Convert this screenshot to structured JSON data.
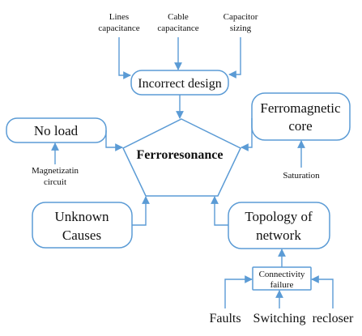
{
  "center": {
    "label": "Ferroresonance"
  },
  "nodes": {
    "incorrect_design": "Incorrect design",
    "no_load": "No load",
    "ferromagnetic_core": [
      "Ferromagnetic",
      "core"
    ],
    "unknown_causes": [
      "Unknown",
      "Causes"
    ],
    "topology": [
      "Topology of",
      "network"
    ],
    "connectivity_failure": [
      "Connectivity",
      "failure"
    ]
  },
  "inputs": {
    "lines_capacitance": [
      "Lines",
      "capacitance"
    ],
    "cable_capacitance": [
      "Cable",
      "capacitance"
    ],
    "capacitor_sizing": [
      "Capacitor",
      "sizing"
    ],
    "magnetization_circuit": [
      "Magnetizatin",
      "circuit"
    ],
    "saturation": "Saturation",
    "faults": "Faults",
    "switching": "Switching",
    "recloser": "recloser"
  },
  "colors": {
    "stroke": "#5b9bd5",
    "text": "#111111",
    "background": "#ffffff"
  }
}
